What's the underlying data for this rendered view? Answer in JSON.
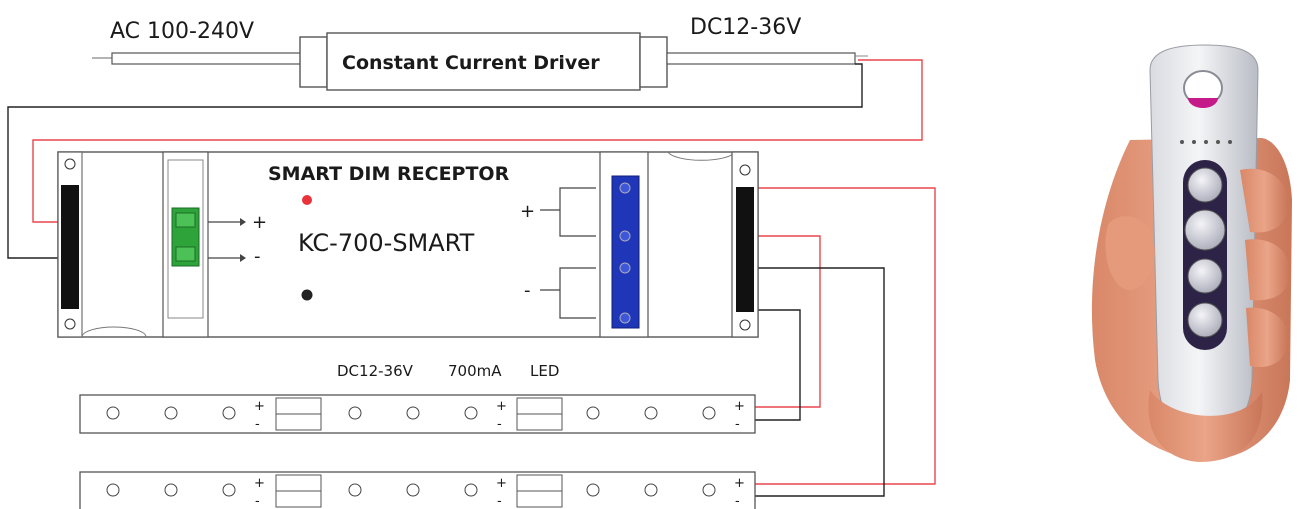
{
  "input_voltage": "AC 100-240V",
  "output_voltage": "DC12-36V",
  "driver_label": "Constant Current Driver",
  "receptor_title": "SMART DIM RECEPTOR",
  "receptor_model": "KC-700-SMART",
  "led_label_voltage": "DC12-36V",
  "led_label_current": "700mA",
  "led_label_type": "LED",
  "plus_sign": "+",
  "minus_sign": "-",
  "wire_colors": {
    "positive": "#e8474e",
    "negative": "#222222"
  },
  "terminal_colors": {
    "input": "#2ea33a",
    "output": "#1f36b8"
  },
  "icons": [
    "screw-terminal-icon",
    "remote-control-icon",
    "led-indicator-icon"
  ]
}
